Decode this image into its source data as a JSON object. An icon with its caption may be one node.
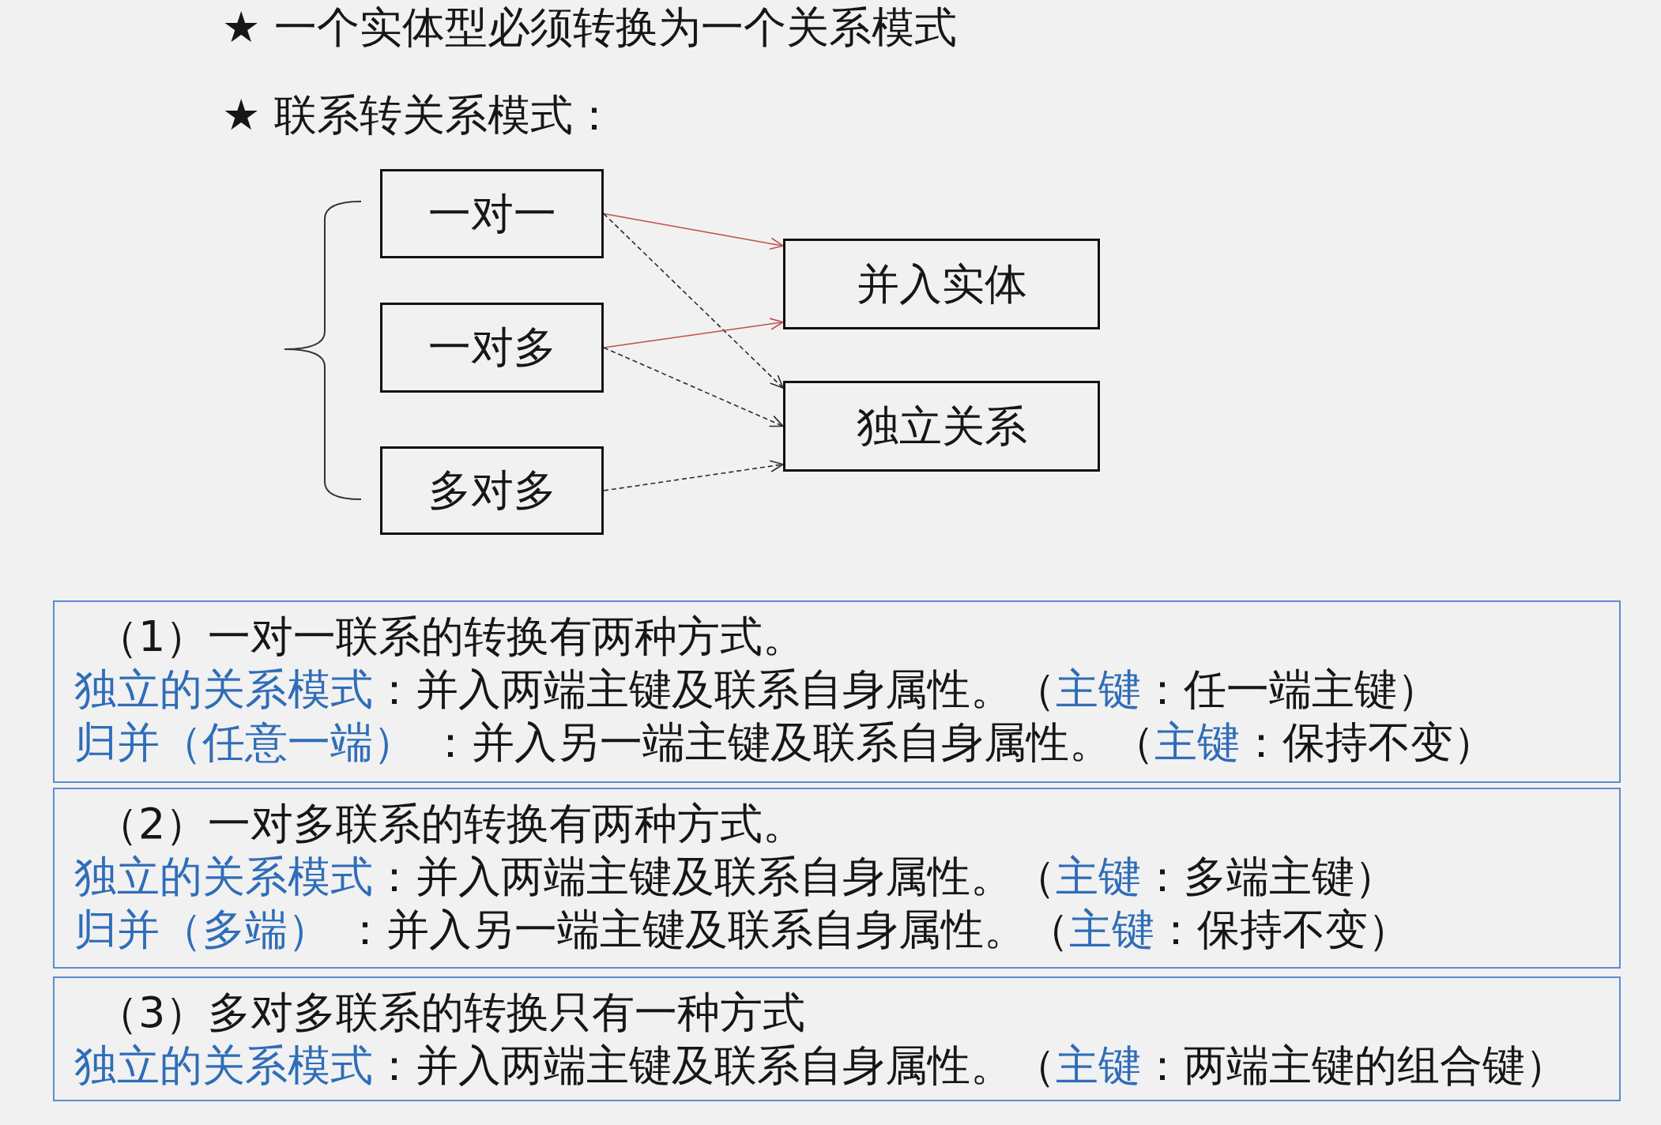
{
  "diagram": {
    "nodes": [
      {
        "text": [
          "一对一"
        ]
      },
      {
        "text": [
          "一对多"
        ]
      },
      {
        "text": [
          "多对多"
        ]
      },
      {
        "text": [
          "并入实体"
        ]
      },
      {
        "text": [
          "独立关系"
        ]
      },
      {
        "text": [
          "（1）一对一联系的转换有两种方式。",
          "独立的关系模式：并入两端主键及联系自身属性。（主键：任一端主键）",
          "归并（任意一端） ：并入另一端主键及联系自身属性。（主键：保持不变）"
        ]
      },
      {
        "text": [
          "（2）一对多联系的转换有两种方式。",
          "独立的关系模式：并入两端主键及联系自身属性。（主键：多端主键）",
          "归并（多端） ：并入另一端主键及联系自身属性。（主键：保持不变）"
        ]
      },
      {
        "text": [
          "（3）多对多联系的转换只有一种方式",
          "独立的关系模式：并入两端主键及联系自身属性。（主键：两端主键的组合键）"
        ]
      }
    ],
    "edges": [
      {
        "from": 0,
        "to": 3,
        "arrow": "to",
        "color": "#c0504d"
      },
      {
        "from": 0,
        "to": 4,
        "arrow": "to",
        "style": "dashed"
      },
      {
        "from": 1,
        "to": 3,
        "arrow": "to",
        "color": "#c0504d"
      },
      {
        "from": 1,
        "to": 4,
        "arrow": "to",
        "style": "dashed"
      },
      {
        "from": 2,
        "to": 4,
        "arrow": "to",
        "style": "dashed"
      }
    ],
    "labels": [
      "★ 一个实体型必须转换为一个关系模式",
      "★ 联系转关系模式："
    ]
  }
}
